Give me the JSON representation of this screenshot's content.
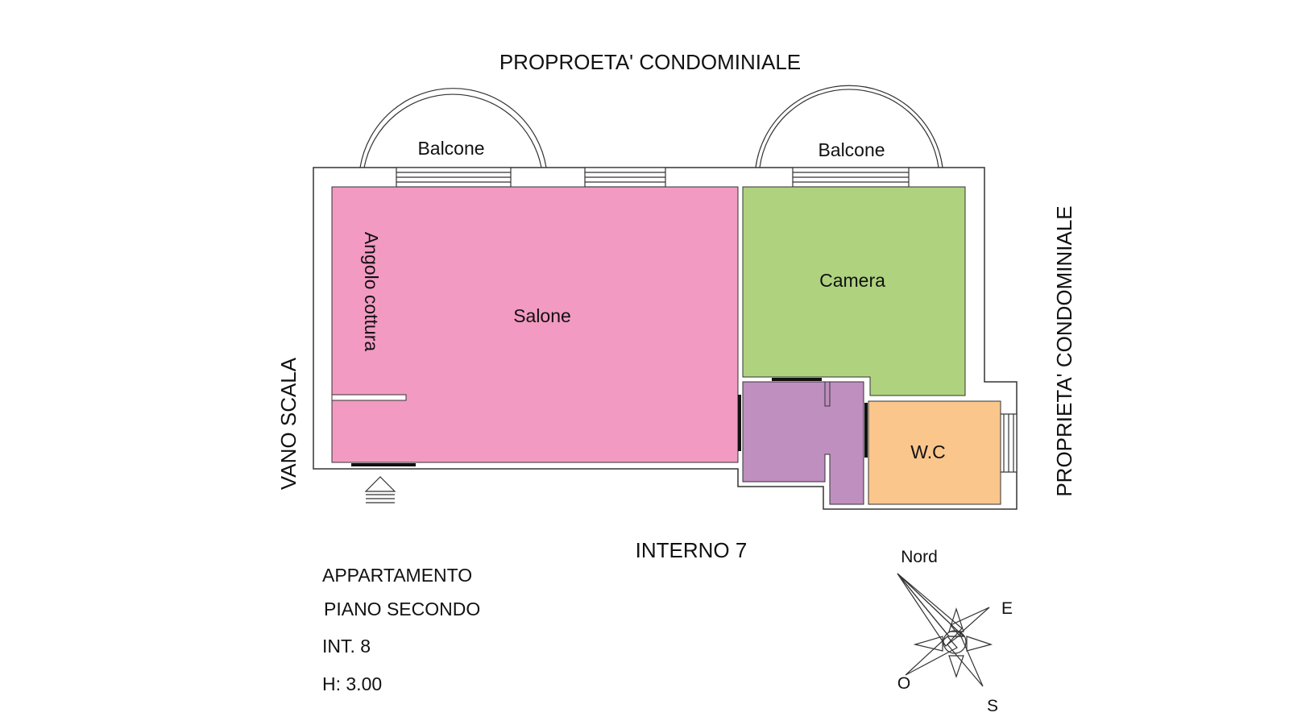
{
  "surroundings": {
    "top": "PROPROETA' CONDOMINIALE",
    "right": "PROPRIETA' CONDOMINIALE",
    "left": "VANO SCALA",
    "bottom": "INTERNO 7"
  },
  "balconies": [
    "Balcone",
    "Balcone"
  ],
  "rooms": {
    "salone": {
      "label": "Salone",
      "color": "#f29ac2"
    },
    "kitchen": {
      "label": "Angolo cottura"
    },
    "camera": {
      "label": "Camera",
      "color": "#afd27f"
    },
    "disimpegno": {
      "label": "",
      "color": "#bf8fbf"
    },
    "wc": {
      "label": "W.C",
      "color": "#fac68c"
    }
  },
  "info": {
    "type": "APPARTAMENTO",
    "floor": "PIANO SECONDO",
    "unit": "INT. 8",
    "height": "H: 3.00"
  },
  "compass": {
    "north": "Nord",
    "east": "E",
    "south": "S",
    "west": "O"
  }
}
